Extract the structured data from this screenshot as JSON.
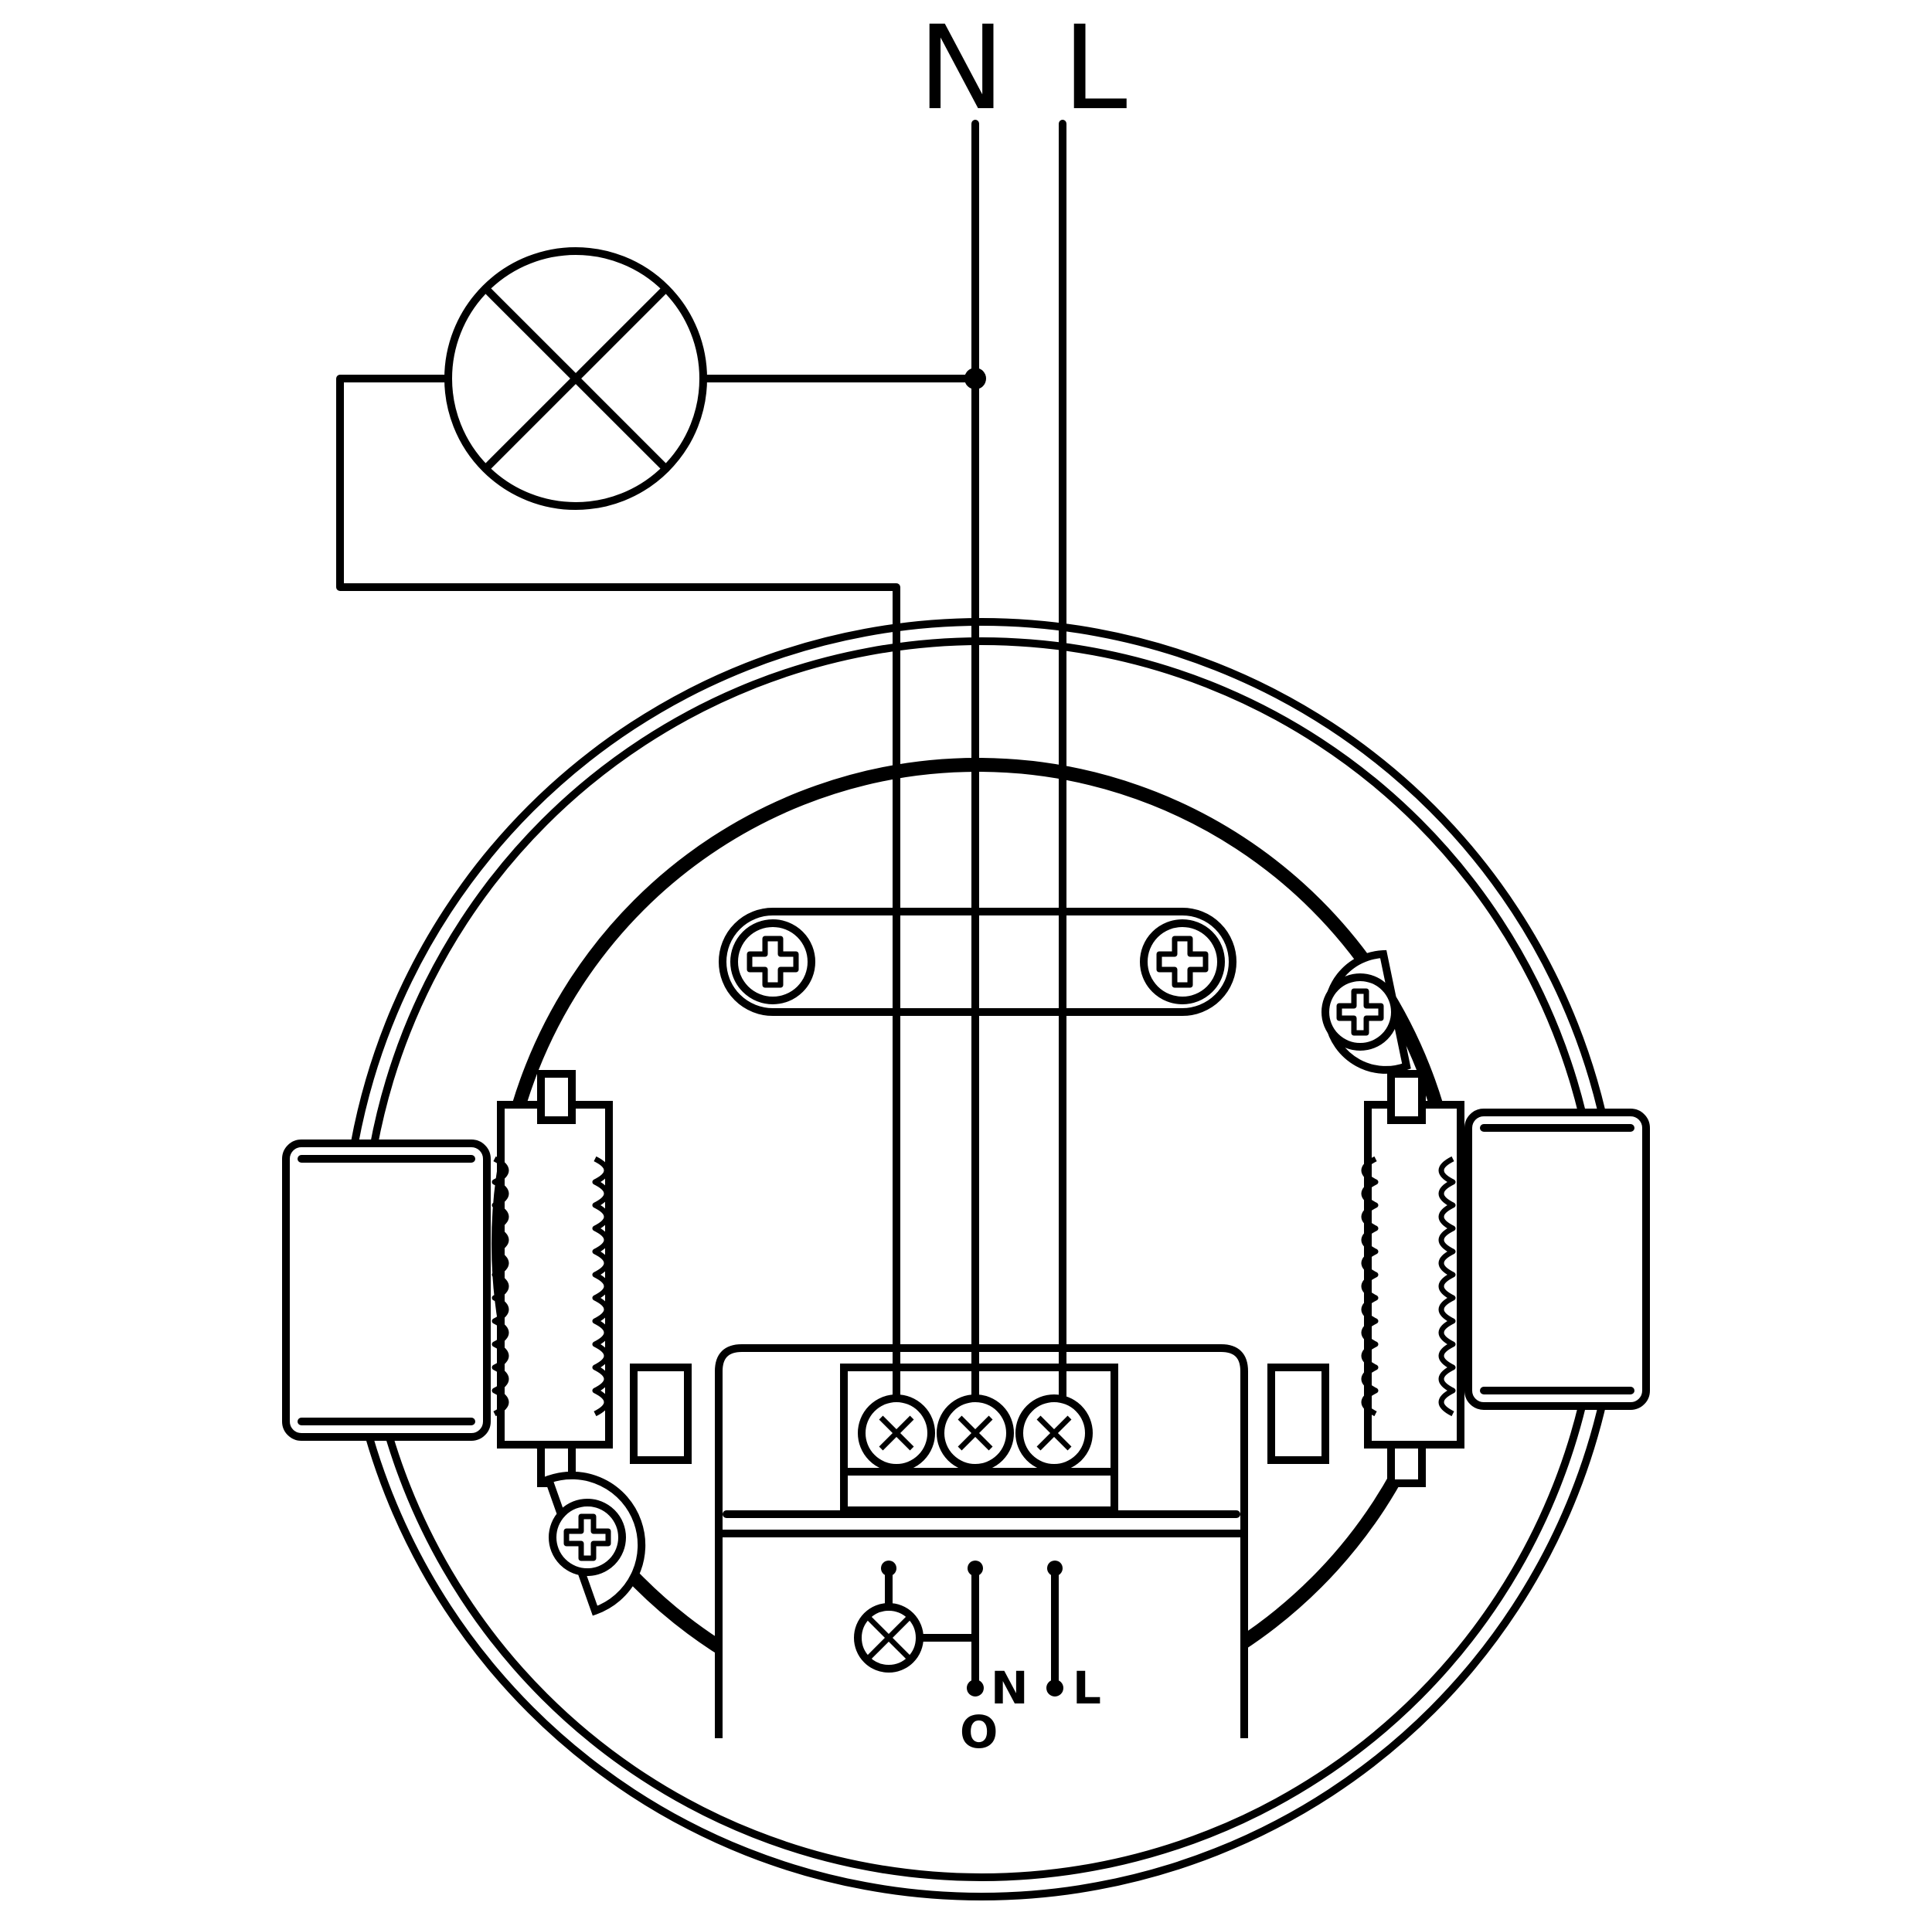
{
  "labels": {
    "neutral": "N",
    "live": "L",
    "neutral_small": "N",
    "live_small": "L",
    "output_small": "O"
  },
  "colors": {
    "stroke": "#000000",
    "background": "#ffffff"
  }
}
